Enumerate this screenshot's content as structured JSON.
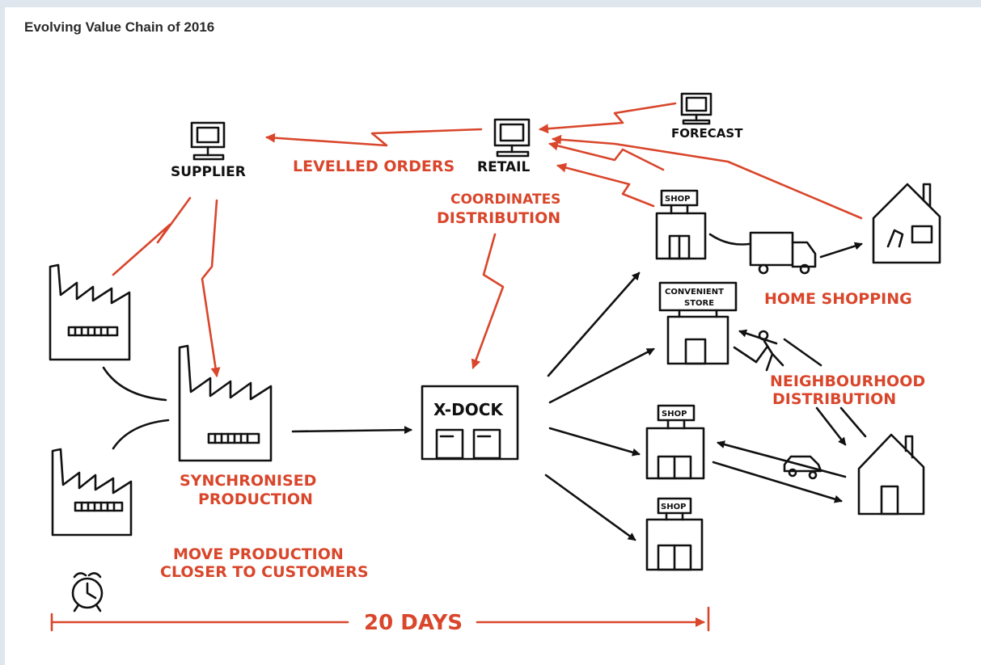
{
  "header": {
    "title": "Evolving Value Chain of 2016"
  },
  "labels": {
    "supplier": "SUPPLIER",
    "retail": "RETAIL",
    "forecast": "FORECAST",
    "levelled_orders": "LEVELLED ORDERS",
    "coordinates_1": "COORDINATES",
    "coordinates_2": "DISTRIBUTION",
    "xdock": "X-DOCK",
    "home_shopping": "HOME SHOPPING",
    "neighbourhood_1": "NEIGHBOURHOOD",
    "neighbourhood_2": "DISTRIBUTION",
    "sync_1": "SYNCHRONISED",
    "sync_2": "PRODUCTION",
    "move_1": "MOVE PRODUCTION",
    "move_2": "CLOSER TO CUSTOMERS",
    "days": "20 DAYS",
    "shop_sign": "SHOP",
    "convenient_1": "CONVENIENT",
    "convenient_2": "STORE"
  },
  "colors": {
    "accent_red": "#d9462b",
    "ink": "#111111",
    "page_bg": "#dfe6ee"
  }
}
